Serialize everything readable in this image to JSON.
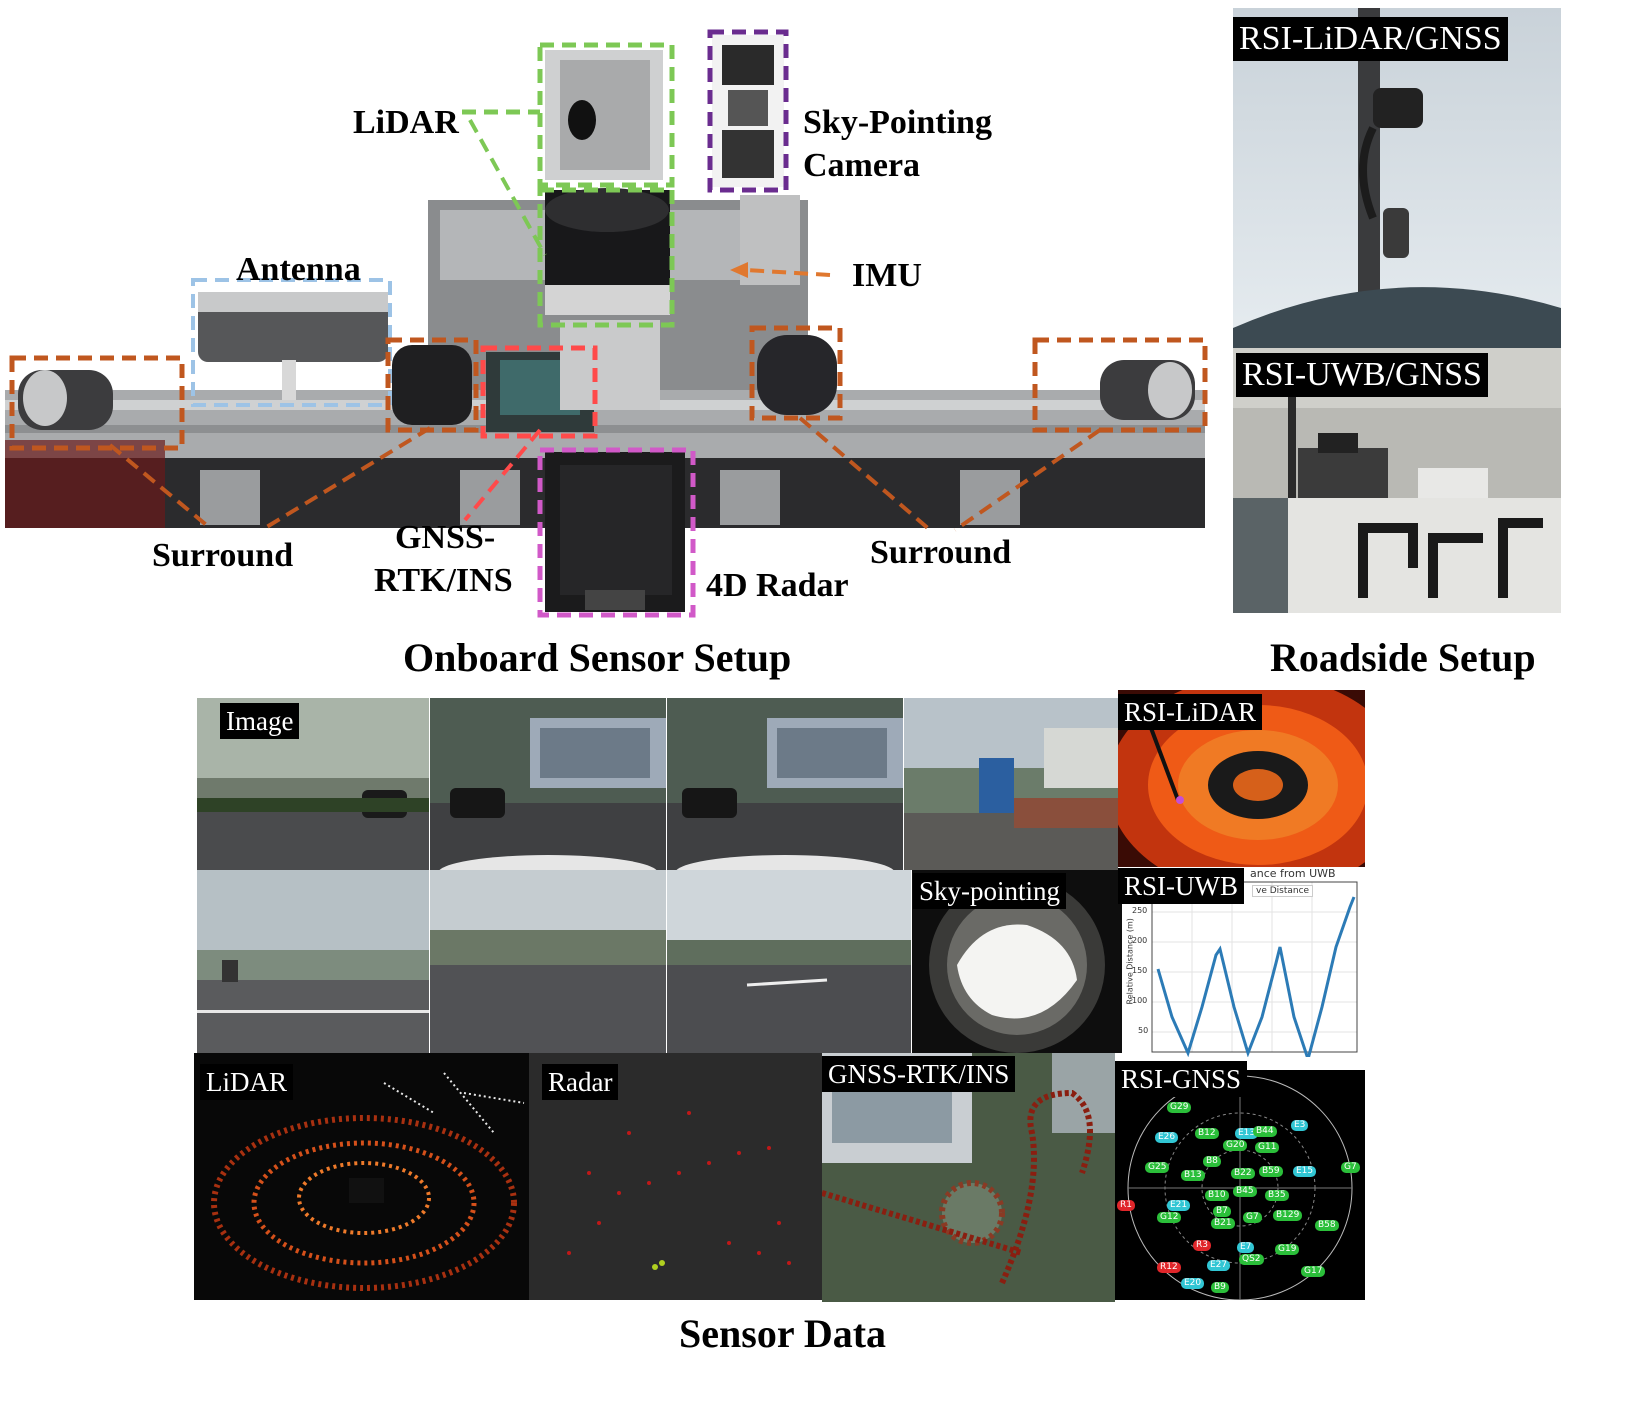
{
  "onboard": {
    "title": "Onboard Sensor Setup",
    "labels": {
      "lidar": "LiDAR",
      "sky_camera_line1": "Sky-Pointing",
      "sky_camera_line2": "Camera",
      "antenna": "Antenna",
      "imu": "IMU",
      "surround_left": "Surround",
      "surround_right": "Surround",
      "gnss_line1": "GNSS-",
      "gnss_line2": "RTK/INS",
      "radar": "4D Radar"
    },
    "box_colors": {
      "lidar": "#7dc855",
      "sky_camera": "#6a2c8f",
      "antenna": "#9dc3e6",
      "surround": "#c0571f",
      "gnss": "#ff4a4a",
      "radar": "#d159c8",
      "imu_arrow": "#e0782f"
    }
  },
  "roadside": {
    "title": "Roadside Setup",
    "tags": {
      "lidar_gnss": "RSI-LiDAR/GNSS",
      "uwb_gnss": "RSI-UWB/GNSS"
    }
  },
  "sensor_data": {
    "title": "Sensor Data",
    "tags": {
      "image": "Image",
      "rsi_lidar": "RSI-LiDAR",
      "sky_pointing": "Sky-pointing",
      "rsi_uwb": "RSI-UWB",
      "lidar": "LiDAR",
      "radar": "Radar",
      "gnss": "GNSS-RTK/INS",
      "rsi_gnss": "RSI-GNSS"
    },
    "uwb_plot": {
      "title_fragment": "ance from UWB",
      "legend_fragment": "ve Distance",
      "ylabel": "Relative Distance (m)",
      "yticks": [
        "250",
        "200",
        "150",
        "100",
        "50"
      ]
    },
    "skyplot": {
      "satellites": [
        "G29",
        "E26",
        "B12",
        "G20",
        "E13",
        "B44",
        "E3",
        "G11",
        "G25",
        "B8",
        "B13",
        "B22",
        "B59",
        "E15",
        "G7",
        "B45",
        "B10",
        "B35",
        "R1",
        "E21",
        "G12",
        "B7",
        "G7",
        "B129",
        "B58",
        "B21",
        "R3",
        "E7",
        "G19",
        "QS2",
        "R12",
        "E27",
        "G17",
        "E20",
        "B9"
      ]
    }
  }
}
